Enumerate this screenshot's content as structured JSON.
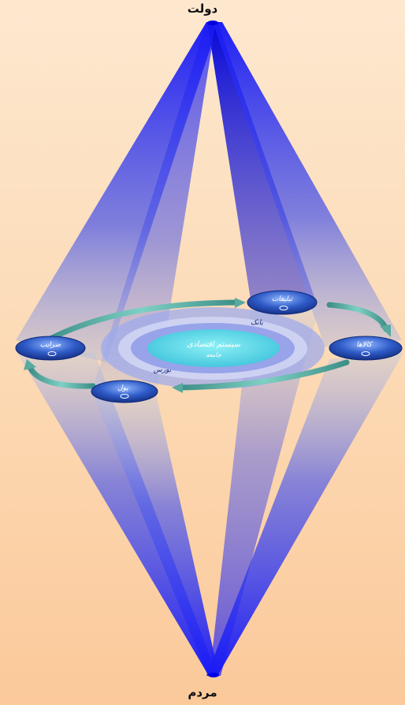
{
  "diagram": {
    "top_label": "دولت",
    "bottom_label": "مردم",
    "nodes": [
      {
        "id": "top-right",
        "label": "تبلیغات"
      },
      {
        "id": "right",
        "label": "کالاها"
      },
      {
        "id": "bottom-left",
        "label": "پول"
      },
      {
        "id": "left",
        "label": "ضرایب"
      }
    ],
    "ring_labels": {
      "upper": "بانک",
      "lower": "بورس"
    },
    "center_text": [
      "سیستم اقتصادی",
      "جامعه"
    ],
    "colors": {
      "background_top": "#fde8cf",
      "background_bottom": "#fbc99a",
      "beam": "#2a2af0",
      "apex": "#0000e0",
      "node_fill": "#2d58c4",
      "arrow": "#4aa69a",
      "center_ellipse": "#59d4e6",
      "outer_ring": "#9aa8f0"
    }
  }
}
